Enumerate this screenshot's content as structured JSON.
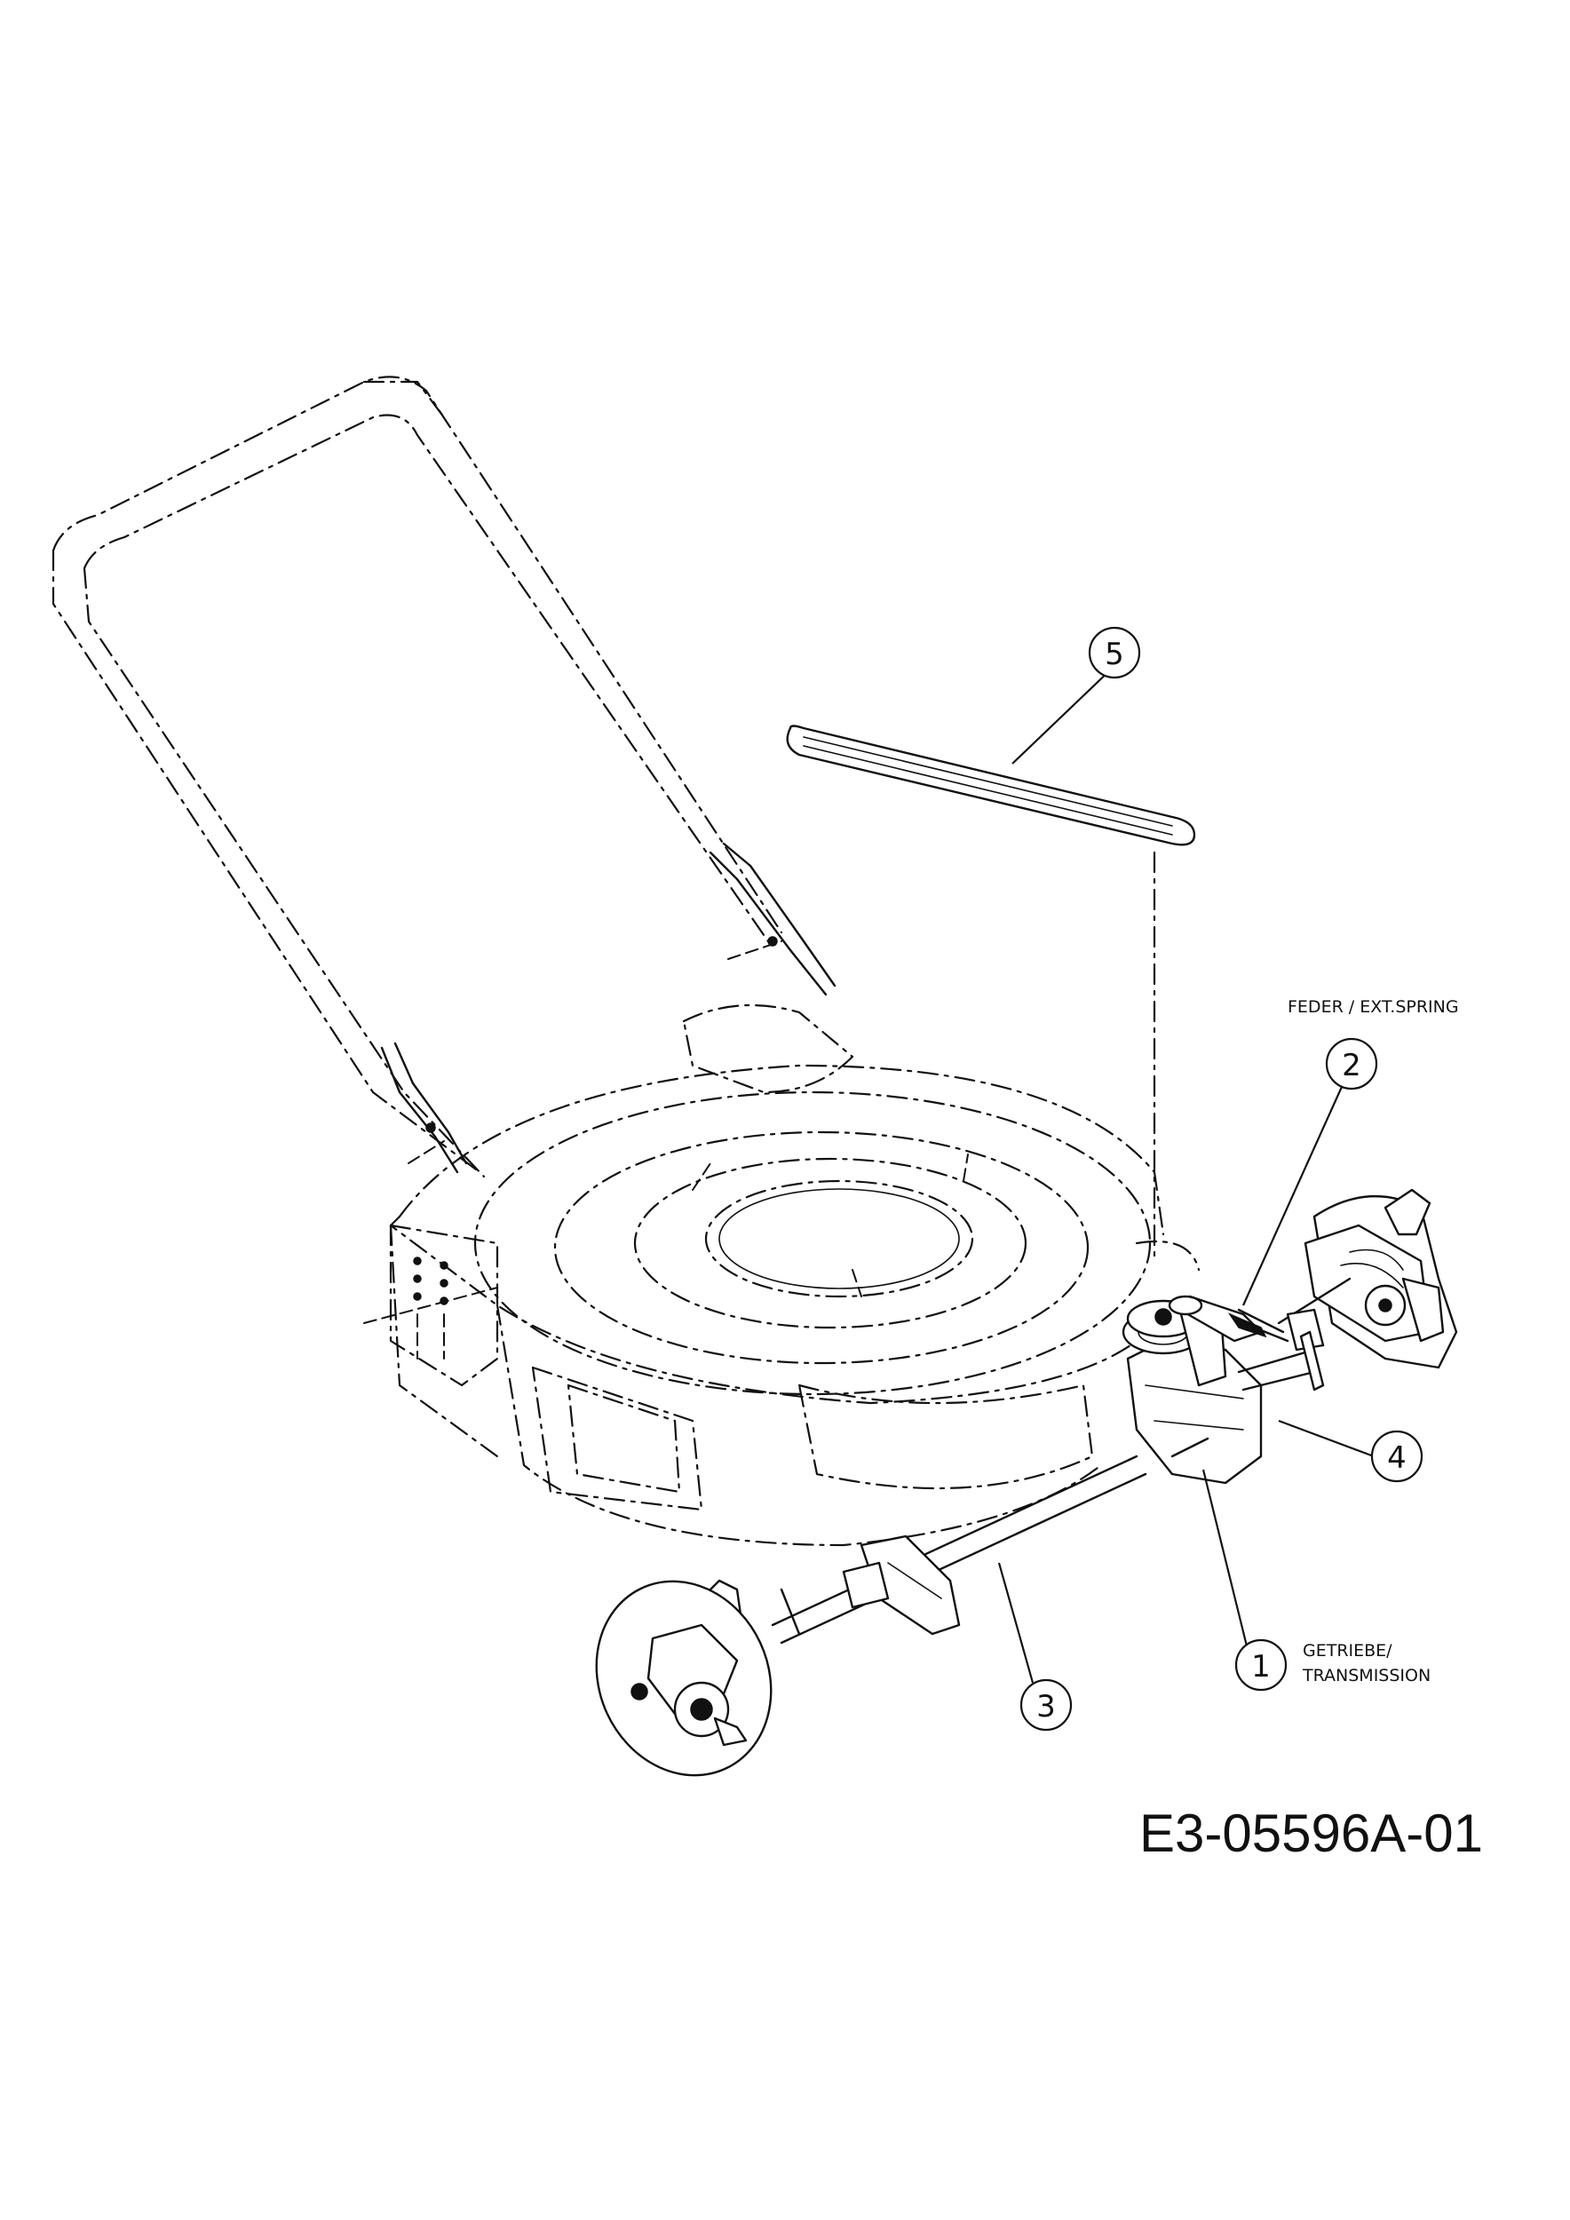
{
  "document_id": "E3-05596A-01",
  "callouts": [
    {
      "number": "1",
      "label_lines": [
        "GETRIEBE/",
        "TRANSMISSION"
      ]
    },
    {
      "number": "2",
      "label_lines": [
        "FEDER / EXT.SPRING"
      ]
    },
    {
      "number": "3",
      "label_lines": []
    },
    {
      "number": "4",
      "label_lines": []
    },
    {
      "number": "5",
      "label_lines": []
    }
  ]
}
